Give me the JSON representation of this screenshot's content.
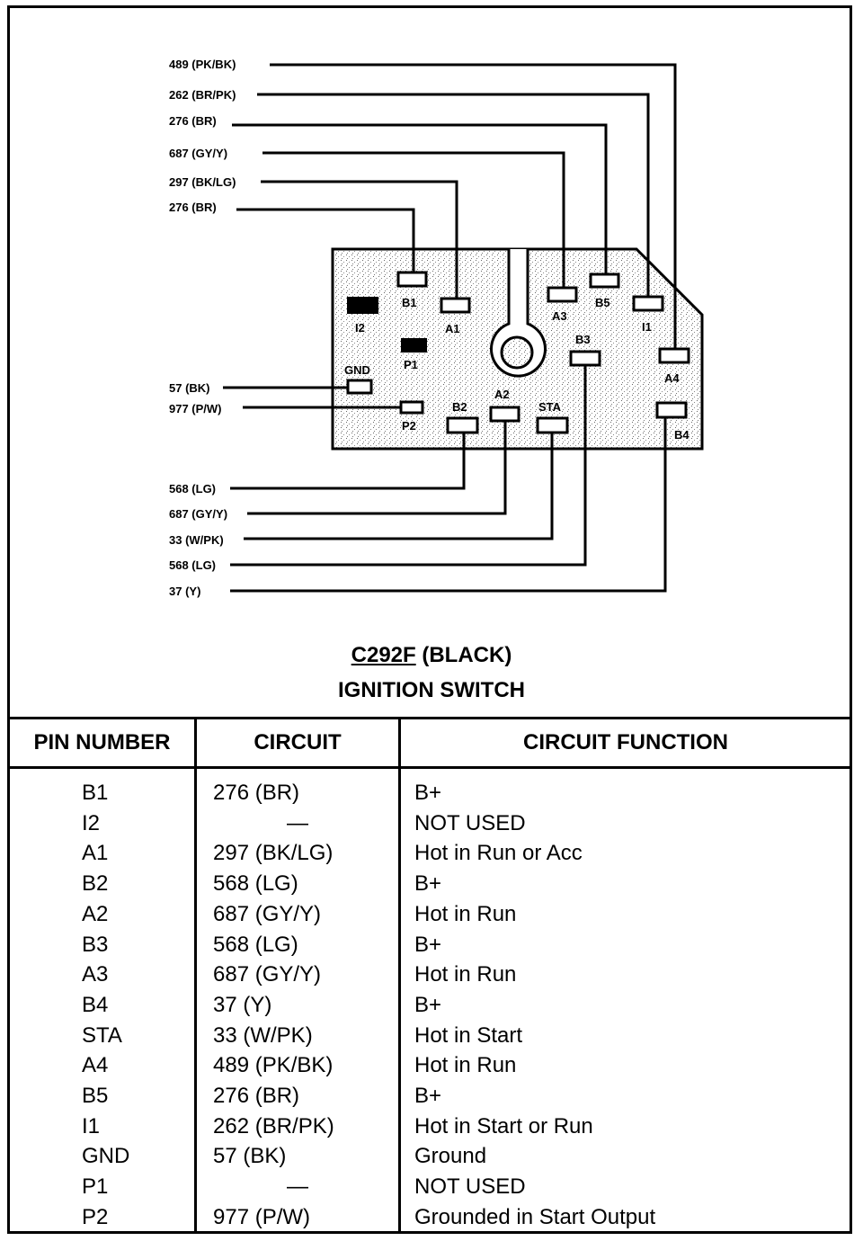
{
  "diagram": {
    "connector_id": "C292F",
    "connector_color": "(BLACK)",
    "component": "IGNITION SWITCH",
    "wire_labels_top": [
      {
        "text": "489 (PK/BK)",
        "pin": "A4"
      },
      {
        "text": "262 (BR/PK)",
        "pin": "I1"
      },
      {
        "text": "276 (BR)",
        "pin": "B5"
      },
      {
        "text": "687 (GY/Y)",
        "pin": "A3"
      },
      {
        "text": "297 (BK/LG)",
        "pin": "A1"
      },
      {
        "text": "276 (BR)",
        "pin": "B1"
      }
    ],
    "wire_labels_left": [
      {
        "text": "57 (BK)",
        "pin": "GND"
      },
      {
        "text": "977 (P/W)",
        "pin": "P2"
      }
    ],
    "wire_labels_bottom": [
      {
        "text": "568 (LG)",
        "pin": "B2"
      },
      {
        "text": "687 (GY/Y)",
        "pin": "A2"
      },
      {
        "text": "33 (W/PK)",
        "pin": "STA"
      },
      {
        "text": "568 (LG)",
        "pin": "B3"
      },
      {
        "text": "37 (Y)",
        "pin": "B4"
      }
    ],
    "pin_labels": {
      "B1": "B1",
      "A1": "A1",
      "I2": "I2",
      "P1": "P1",
      "GND": "GND",
      "P2": "P2",
      "B2": "B2",
      "A2": "A2",
      "STA": "STA",
      "A3": "A3",
      "B5": "B5",
      "I1": "I1",
      "B3": "B3",
      "A4": "A4",
      "B4": "B4"
    }
  },
  "table": {
    "headers": [
      "PIN NUMBER",
      "CIRCUIT",
      "CIRCUIT FUNCTION"
    ],
    "rows": [
      {
        "pin": "B1",
        "circuit": "276 (BR)",
        "function": "B+"
      },
      {
        "pin": "I2",
        "circuit": "—",
        "function": "NOT USED"
      },
      {
        "pin": "A1",
        "circuit": "297 (BK/LG)",
        "function": "Hot in Run or Acc"
      },
      {
        "pin": "B2",
        "circuit": "568 (LG)",
        "function": "B+"
      },
      {
        "pin": "A2",
        "circuit": "687 (GY/Y)",
        "function": "Hot in Run"
      },
      {
        "pin": "B3",
        "circuit": "568 (LG)",
        "function": "B+"
      },
      {
        "pin": "A3",
        "circuit": "687 (GY/Y)",
        "function": "Hot in Run"
      },
      {
        "pin": "B4",
        "circuit": "37 (Y)",
        "function": "B+"
      },
      {
        "pin": "STA",
        "circuit": "33 (W/PK)",
        "function": "Hot in Start"
      },
      {
        "pin": "A4",
        "circuit": "489 (PK/BK)",
        "function": "Hot in Run"
      },
      {
        "pin": "B5",
        "circuit": "276 (BR)",
        "function": "B+"
      },
      {
        "pin": "I1",
        "circuit": "262 (BR/PK)",
        "function": "Hot in Start or Run"
      },
      {
        "pin": "GND",
        "circuit": "57 (BK)",
        "function": "Ground"
      },
      {
        "pin": "P1",
        "circuit": "—",
        "function": "NOT USED"
      },
      {
        "pin": "P2",
        "circuit": "977 (P/W)",
        "function": "Grounded in Start Output"
      }
    ]
  }
}
